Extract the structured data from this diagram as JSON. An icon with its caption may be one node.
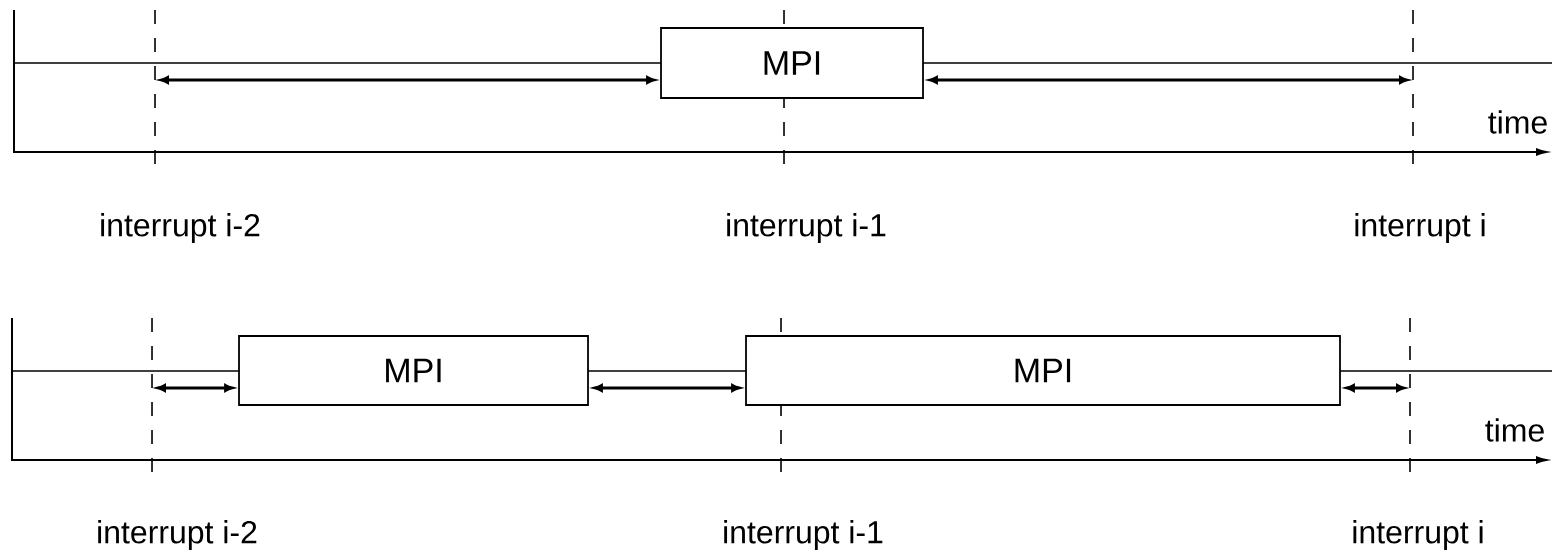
{
  "diagram": {
    "nodes": [
      {
        "text": [
          "MPI"
        ]
      },
      {
        "text": [
          "MPI"
        ]
      },
      {
        "text": [
          "MPI"
        ]
      }
    ],
    "edges": [
      {
        "from": null,
        "to": 0,
        "arrow": "both"
      },
      {
        "from": 0,
        "to": null,
        "arrow": "both"
      },
      {
        "from": null,
        "to": 1,
        "arrow": "both"
      },
      {
        "from": 1,
        "to": 2,
        "arrow": "both"
      },
      {
        "from": 2,
        "to": null,
        "arrow": "both"
      }
    ],
    "labels": [
      "time",
      "interrupt i-2",
      "interrupt i-1",
      "interrupt i",
      "time",
      "interrupt i-2",
      "interrupt i-1",
      "interrupt i"
    ]
  }
}
